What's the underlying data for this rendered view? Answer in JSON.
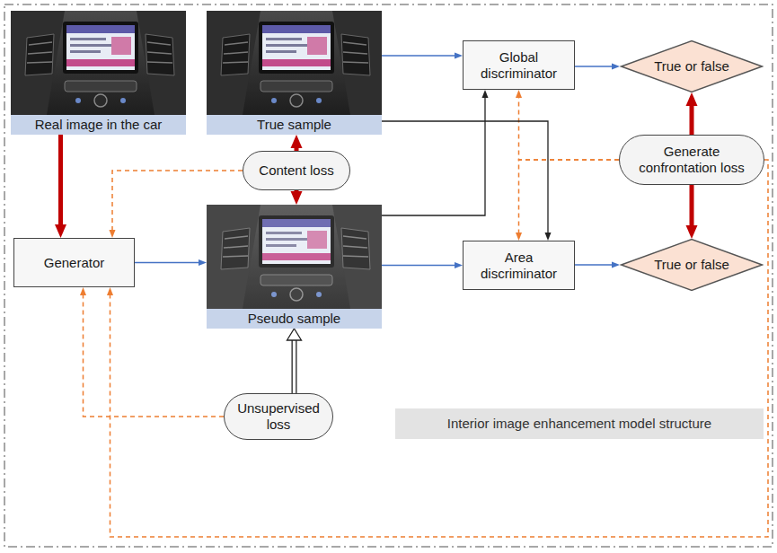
{
  "diagram": {
    "nodes": [
      {
        "text": [
          "Real image in the car"
        ]
      },
      {
        "text": [
          "True sample"
        ]
      },
      {
        "text": [
          "Global discriminator"
        ]
      },
      {
        "text": [
          "True or false"
        ]
      },
      {
        "text": [
          "Content loss"
        ]
      },
      {
        "text": [
          "Generate confrontation loss"
        ]
      },
      {
        "text": [
          "Generator"
        ]
      },
      {
        "text": [
          "Pseudo sample"
        ]
      },
      {
        "text": [
          "Area discriminator"
        ]
      },
      {
        "text": [
          "True or false"
        ]
      },
      {
        "text": [
          "Unsupervised loss"
        ]
      },
      {
        "text": [
          "Interior image enhancement model structure"
        ]
      }
    ],
    "edges": [
      {
        "from": 0,
        "to": 6,
        "arrow": "to"
      },
      {
        "from": 6,
        "to": 7,
        "arrow": "to"
      },
      {
        "from": 1,
        "to": 2,
        "arrow": "to"
      },
      {
        "from": 2,
        "to": 3,
        "arrow": "to"
      },
      {
        "from": 7,
        "to": 8,
        "arrow": "to"
      },
      {
        "from": 8,
        "to": 9,
        "arrow": "to"
      },
      {
        "from": 4,
        "to": 1,
        "arrow": "to"
      },
      {
        "from": 4,
        "to": 7,
        "arrow": "to"
      },
      {
        "from": 4,
        "to": 6,
        "arrow": "to"
      },
      {
        "from": 5,
        "to": 3,
        "arrow": "to"
      },
      {
        "from": 5,
        "to": 9,
        "arrow": "to"
      },
      {
        "from": 5,
        "to": 2,
        "arrow": "to"
      },
      {
        "from": 5,
        "to": 8,
        "arrow": "to"
      },
      {
        "from": 5,
        "to": 6,
        "arrow": "to"
      },
      {
        "from": 10,
        "to": 7,
        "arrow": "to"
      },
      {
        "from": 10,
        "to": 6,
        "arrow": "to"
      },
      {
        "from": 7,
        "to": 2,
        "arrow": "to"
      },
      {
        "from": 1,
        "to": 8,
        "arrow": "to"
      }
    ]
  }
}
